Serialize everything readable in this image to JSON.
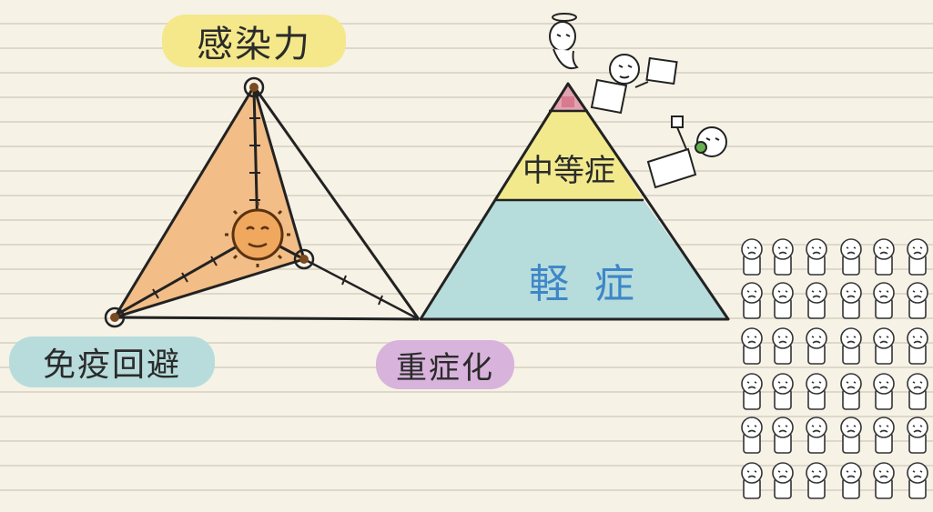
{
  "labels": {
    "infectivity": "感染力",
    "immune_evasion": "免疫回避",
    "severity": "重症化"
  },
  "pyramid": {
    "layers": [
      {
        "name": "",
        "color": "#e3a2b0"
      },
      {
        "name": "中等症",
        "color": "#f1e98c"
      },
      {
        "name": "軽症",
        "color": "#b6dcdc"
      }
    ]
  },
  "icons": [
    "virus-icon",
    "angel-person-icon",
    "person-with-sign-icon",
    "person-with-chart-icon",
    "crowd-icon"
  ],
  "colors": {
    "triangle_fill": "#f2bd86",
    "line": "#222222",
    "paper": "#f6f2e6",
    "mild_text": "#3e86c8"
  }
}
